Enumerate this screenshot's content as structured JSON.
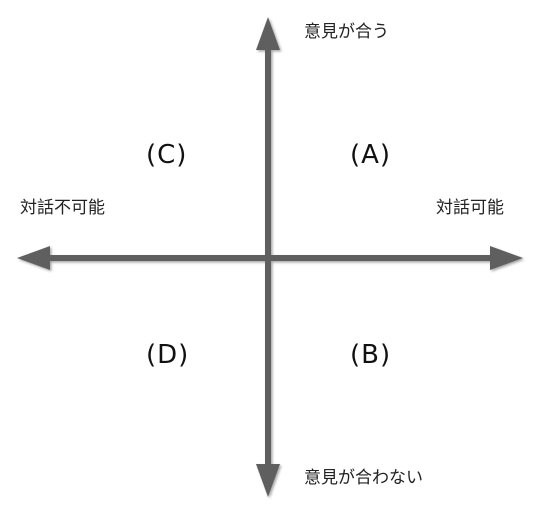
{
  "axes": {
    "top_label": "意見が合う",
    "bottom_label": "意見が合わない",
    "left_label": "対話不可能",
    "right_label": "対話可能",
    "color": "#5f5f5f"
  },
  "quadrants": {
    "top_right": "(A)",
    "bottom_right": "(B)",
    "top_left": "(C)",
    "bottom_left": "(D)"
  }
}
